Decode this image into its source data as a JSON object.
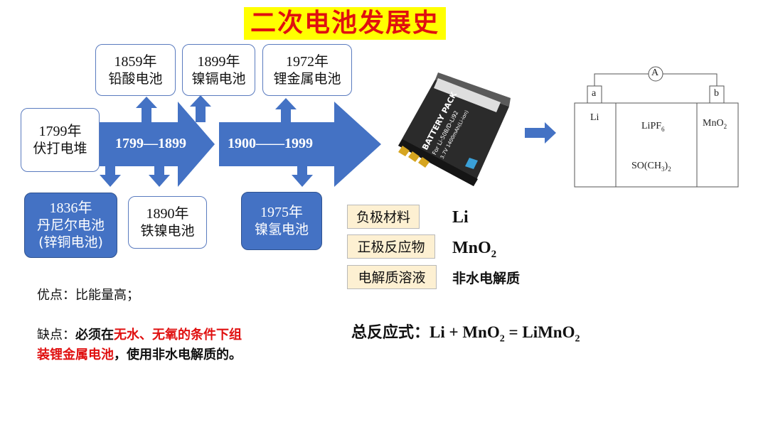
{
  "title": "二次电池发展史",
  "timeline": {
    "arrow1_label": "1799—1899",
    "arrow2_label": "1900——1999",
    "events": {
      "e1799": {
        "year": "1799年",
        "name": "伏打电堆"
      },
      "e1859": {
        "year": "1859年",
        "name": "铅酸电池"
      },
      "e1899": {
        "year": "1899年",
        "name": "镍镉电池"
      },
      "e1972": {
        "year": "1972年",
        "name": "锂金属电池"
      },
      "e1836": {
        "year": "1836年",
        "name": "丹尼尔电池",
        "sub": "(锌铜电池)"
      },
      "e1890": {
        "year": "1890年",
        "name": "铁镍电池"
      },
      "e1975": {
        "year": "1975年",
        "name": "镍氢电池"
      }
    }
  },
  "battery_photo": {
    "line1": "BATTERY PACK",
    "line2": "For Li-50B/D-Li92",
    "line3": "3.7V 1400mAh(Li-ion)"
  },
  "cell_diagram": {
    "meter": "A",
    "terminal_a": "a",
    "terminal_b": "b",
    "anode": "Li",
    "electrolyte1": "LiPF",
    "electrolyte1_sub": "6",
    "electrolyte2": "SO(CH",
    "electrolyte2_sub1": "3",
    "electrolyte2_mid": ")",
    "electrolyte2_sub2": "2",
    "cathode": "MnO",
    "cathode_sub": "2"
  },
  "properties": [
    {
      "label": "负极材料",
      "value": "Li",
      "value_sub": ""
    },
    {
      "label": "正极反应物",
      "value": "MnO",
      "value_sub": "2"
    },
    {
      "label": "电解质溶液",
      "value": "非水电解质",
      "value_sub": ""
    }
  ],
  "advantage": "优点：比能量高；",
  "disadvantage": {
    "p1": "缺点：",
    "p2": "必须在",
    "p3": "无水、无氧的条件下组装锂金属电池",
    "p4": "，使用非水电解质的。"
  },
  "formula": {
    "label": "总反应式：",
    "lhs1": "Li + MnO",
    "sub1": "2",
    "mid": " = LiMnO",
    "sub2": "2"
  }
}
